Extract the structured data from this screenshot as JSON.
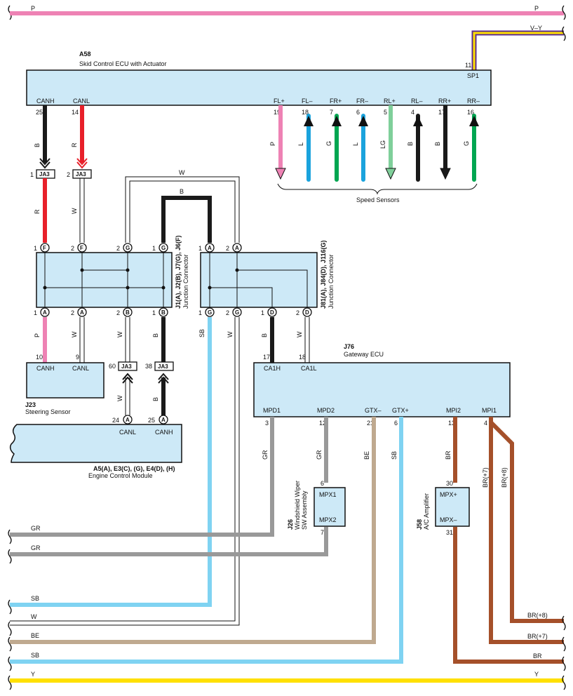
{
  "colors": {
    "P": "#ee82b4",
    "R": "#e8202a",
    "B": "#1a1a1a",
    "W": "#ffffff",
    "L": "#1aa3dd",
    "G": "#00a651",
    "LG": "#7fcf9a",
    "SB": "#7fd3f2",
    "GR": "#999999",
    "BE": "#bfa98f",
    "BR": "#a5502a",
    "Y": "#ffe000",
    "VY_outer": "#5b2d8e",
    "VY_inner": "#ffe000",
    "box_fill": "#cde9f7"
  },
  "top_wires": {
    "p_left": "P",
    "p_right": "P",
    "vy": "V–Y"
  },
  "a58": {
    "code": "A58",
    "name": "Skid Control ECU with Actuator",
    "sp1": "SP1",
    "sp1_pin": "11",
    "canh": "CANH",
    "canl": "CANL",
    "canh_pin": "25",
    "canl_pin": "14",
    "canh_color": "B",
    "canl_color": "R",
    "sensors": [
      {
        "term": "FL+",
        "pin": "19",
        "color": "P"
      },
      {
        "term": "FL–",
        "pin": "18",
        "color": "L"
      },
      {
        "term": "FR+",
        "pin": "7",
        "color": "G"
      },
      {
        "term": "FR–",
        "pin": "6",
        "color": "L"
      },
      {
        "term": "RL+",
        "pin": "5",
        "color": "LG"
      },
      {
        "term": "RL–",
        "pin": "4",
        "color": "B"
      },
      {
        "term": "RR+",
        "pin": "17",
        "color": "B"
      },
      {
        "term": "RR–",
        "pin": "16",
        "color": "G"
      }
    ],
    "speed_sensors": "Speed Sensors"
  },
  "ja3": {
    "label": "JA3",
    "p1": "1",
    "p2": "2",
    "p60": "60",
    "p38": "38",
    "r": "R",
    "w": "W",
    "w_top": "W",
    "b_top": "B"
  },
  "junction1": {
    "label_1": "J1(A), J2(B), J7(G), J6(F)",
    "label_2": "Junction Connector",
    "top_pins": [
      [
        "1",
        "F"
      ],
      [
        "2",
        "F"
      ],
      [
        "2",
        "G"
      ],
      [
        "1",
        "G"
      ]
    ],
    "bot_pins": [
      [
        "1",
        "A"
      ],
      [
        "2",
        "A"
      ],
      [
        "2",
        "B"
      ],
      [
        "1",
        "B"
      ]
    ]
  },
  "junction2": {
    "label_1": "J81(A), J84(D), J116(G)",
    "label_2": "Junction Connector",
    "top_pins": [
      [
        "1",
        "A"
      ],
      [
        "2",
        "A"
      ]
    ],
    "bot_pins": [
      [
        "1",
        "G"
      ],
      [
        "2",
        "G"
      ],
      [
        "1",
        "D"
      ],
      [
        "2",
        "D"
      ]
    ]
  },
  "wire_labels": {
    "p": "P",
    "w": "W",
    "b": "B",
    "sb": "SB",
    "gr": "GR",
    "be": "BE",
    "br": "BR",
    "br7": "BR(+7)",
    "br8": "BR(+8)"
  },
  "j23": {
    "code": "J23",
    "name": "Steering Sensor",
    "canh": "CANH",
    "canl": "CANL",
    "pin_h": "10",
    "pin_l": "9"
  },
  "ecm": {
    "name_1": "A5(A), E3(C), (G), E4(D), (H)",
    "name_2": "Engine Control Module",
    "canl": "CANL",
    "canh": "CANH",
    "pin_l": "24",
    "pin_h": "25",
    "conn": "A"
  },
  "j76": {
    "code": "J76",
    "name": "Gateway ECU",
    "ca1h": "CA1H",
    "ca1l": "CA1L",
    "pin_h": "17",
    "pin_l": "18",
    "bottom": [
      {
        "term": "MPD1",
        "pin": "3"
      },
      {
        "term": "MPD2",
        "pin": "12"
      },
      {
        "term": "GTX–",
        "pin": "21"
      },
      {
        "term": "GTX+",
        "pin": "6"
      },
      {
        "term": "MPI2",
        "pin": "13"
      },
      {
        "term": "MPI1",
        "pin": "4"
      }
    ]
  },
  "j26": {
    "code": "J26",
    "name_1": "Windshield Wiper",
    "name_2": "SW Assembly",
    "mpx1": "MPX1",
    "mpx2": "MPX2",
    "pin1": "6",
    "pin2": "7"
  },
  "j58": {
    "code": "J58",
    "name": "A/C Amplifier",
    "mpxp": "MPX+",
    "mpxm": "MPX–",
    "pin1": "30",
    "pin2": "31"
  },
  "bottom_rows": {
    "gr1": "GR",
    "gr2": "GR",
    "sb1": "SB",
    "w": "W",
    "be": "BE",
    "sb2": "SB",
    "y_left": "Y",
    "y_right": "Y",
    "br8": "BR(+8)",
    "br7": "BR(+7)",
    "br": "BR"
  }
}
